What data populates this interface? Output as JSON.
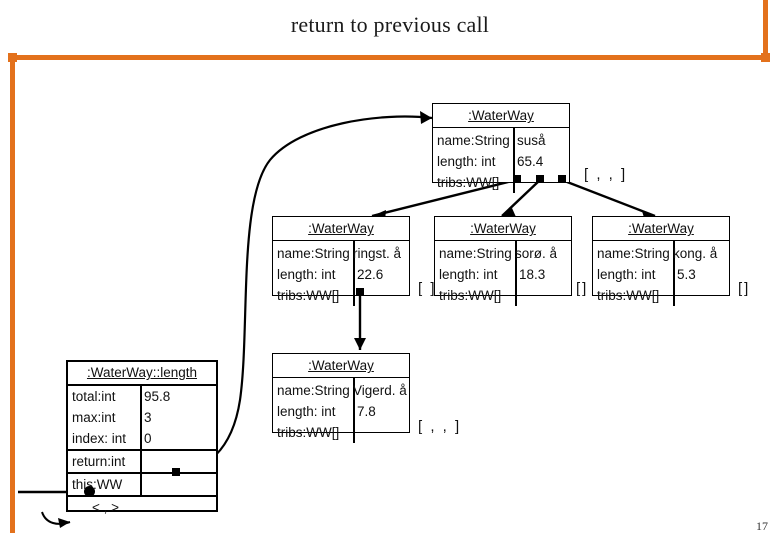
{
  "slide": {
    "title": "return to previous call",
    "page_number": "17",
    "accent_color": "#e3711c"
  },
  "objects": {
    "top": {
      "header": ":WaterWay",
      "fields": [
        {
          "name": "name:String",
          "value": "suså"
        },
        {
          "name": "length: int",
          "value": "65.4"
        },
        {
          "name": "tribs:WW[]",
          "value": ""
        }
      ],
      "array_literal": "[  ,   ,  ]",
      "array_slots": 3
    },
    "mid_left": {
      "header": ":WaterWay",
      "fields": [
        {
          "name": "name:String",
          "value": "ringst. å"
        },
        {
          "name": "length: int",
          "value": "22.6"
        },
        {
          "name": "tribs:WW[]",
          "value": ""
        }
      ],
      "array_literal": "[  ]",
      "array_slots": 1
    },
    "mid_center": {
      "header": ":WaterWay",
      "fields": [
        {
          "name": "name:String",
          "value": "sorø. å"
        },
        {
          "name": "length: int",
          "value": "18.3"
        },
        {
          "name": "tribs:WW[]",
          "value": ""
        }
      ],
      "array_literal": "[]",
      "array_slots": 0
    },
    "mid_right": {
      "header": ":WaterWay",
      "fields": [
        {
          "name": "name:String",
          "value": "kong. å"
        },
        {
          "name": "length: int",
          "value": "5.3"
        },
        {
          "name": "tribs:WW[]",
          "value": ""
        }
      ],
      "array_literal": "[]",
      "array_slots": 0
    },
    "bottom": {
      "header": ":WaterWay",
      "fields": [
        {
          "name": "name:String",
          "value": "Vigerd. å"
        },
        {
          "name": "length: int",
          "value": "7.8"
        },
        {
          "name": "tribs:WW[]",
          "value": ""
        }
      ],
      "array_literal": "[  ,   ,  ]",
      "array_slots": 0
    }
  },
  "stack_frame": {
    "header": ":WaterWay::length",
    "locals": [
      {
        "name": "total:int",
        "value": "95.8"
      },
      {
        "name": "max:int",
        "value": "3"
      },
      {
        "name": "index: int",
        "value": "0"
      }
    ],
    "return_row": {
      "name": "return:int",
      "value": ""
    },
    "this_row": {
      "name": "this:WW",
      "value": ""
    },
    "caller_row": {
      "label": "<  ,     >"
    }
  }
}
